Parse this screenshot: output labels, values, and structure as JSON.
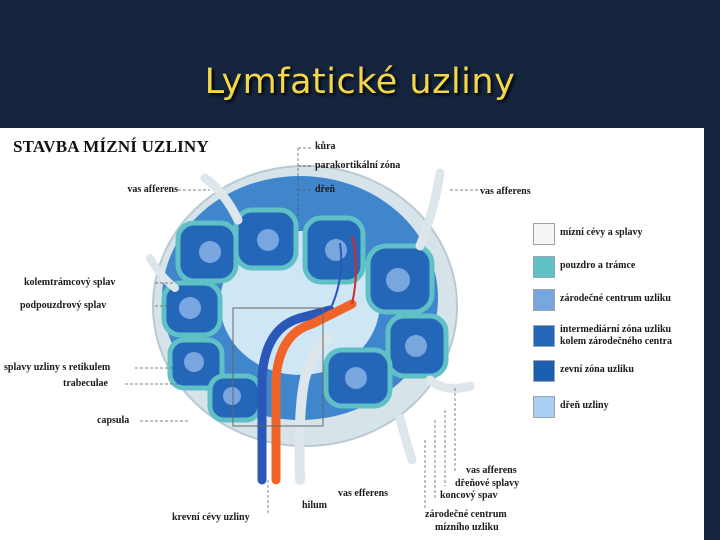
{
  "slide": {
    "title": "Lymfatické uzliny"
  },
  "figure": {
    "heading": "STAVBA MÍZNÍ UZLINY",
    "labels_left": {
      "vas_afferens": "vas afferens",
      "kolemtramcovy": "kolemtrámcový splav",
      "podpouzdrovy": "podpouzdrový splav",
      "splavy": "splavy uzliny s retikulem",
      "trabeculae": "trabeculae",
      "capsula": "capsula",
      "krevni": "krevní cévy uzliny"
    },
    "labels_top": {
      "kura": "kůra",
      "parakortikalni": "parakortikální zóna",
      "dren": "dřeň",
      "vas_afferens_right": "vas afferens"
    },
    "labels_bottom": {
      "hilum": "hilum",
      "vas_efferens": "vas efferens",
      "vas_afferens_bottom": "vas afferens",
      "drenove": "dřeňové splavy",
      "koncovy": "koncový spav",
      "zarodecne_1": "zárodečné centrum",
      "zarodecne_2": "mízního uzliku"
    },
    "legend": [
      {
        "label": "mízní cévy a splavy",
        "color": "#f4f4f4"
      },
      {
        "label": "pouzdro a trámce",
        "color": "#5fc0c6"
      },
      {
        "label": "zárodečné centrum uzliku",
        "color": "#7aa6e0"
      },
      {
        "label": "intermediární zóna uzliku",
        "label2": "kolem zárodečného centra",
        "color": "#2466b8"
      },
      {
        "label": "zevní zóna uzliku",
        "color": "#1b5fb0"
      },
      {
        "label": "dřeň uzliny",
        "color": "#a9d0f2"
      }
    ]
  }
}
